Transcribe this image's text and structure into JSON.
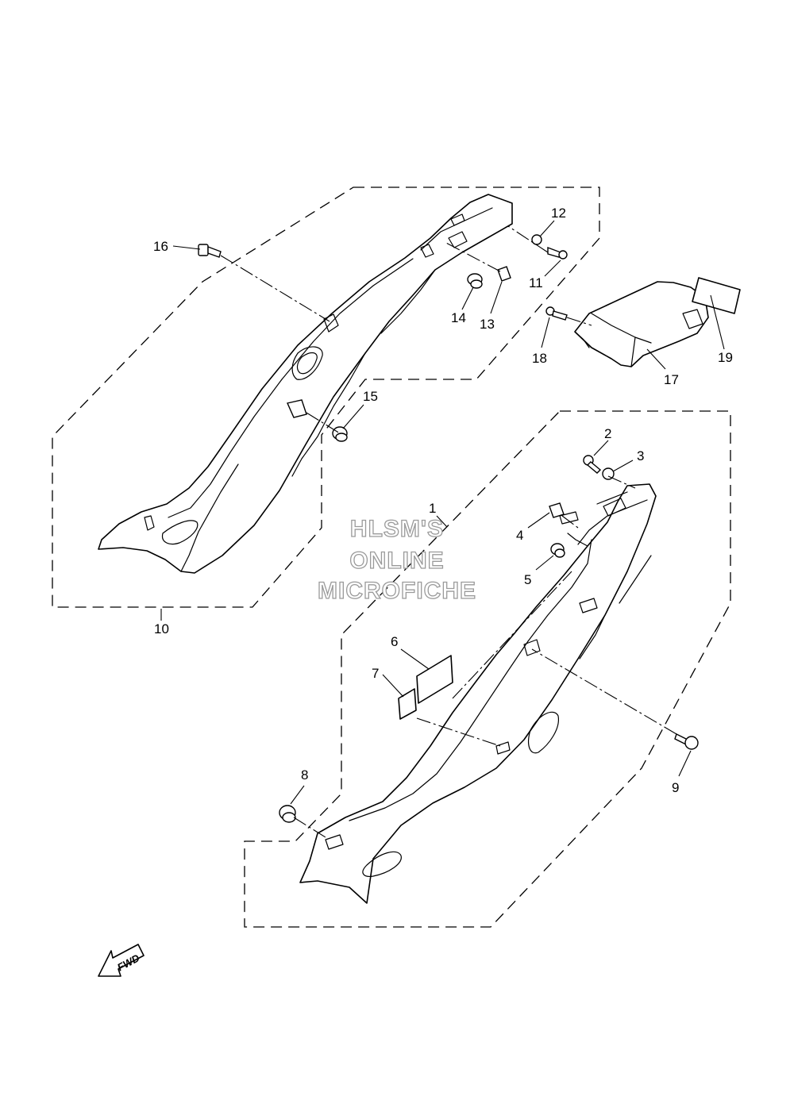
{
  "callouts": {
    "c1": "1",
    "c2": "2",
    "c3": "3",
    "c4": "4",
    "c5": "5",
    "c6": "6",
    "c7": "7",
    "c8": "8",
    "c9": "9",
    "c10": "10",
    "c11": "11",
    "c12": "12",
    "c13": "13",
    "c14": "14",
    "c15": "15",
    "c16": "16",
    "c17": "17",
    "c18": "18",
    "c19": "19"
  },
  "watermark": {
    "line1": "HLSM'S",
    "line2": "ONLINE",
    "line3": "MICROFICHE"
  },
  "direction_arrow": {
    "label": "FWD",
    "icon": "forward-arrow-icon"
  },
  "colors": {
    "line": "#000000",
    "background": "#ffffff",
    "watermark_outline": "#9a9a9a"
  }
}
